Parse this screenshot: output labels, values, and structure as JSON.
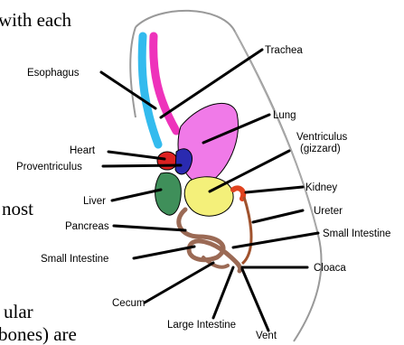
{
  "background_text": {
    "line1": "with each",
    "line2": "nost",
    "line3": "ular",
    "line4": "bones) are"
  },
  "labels": {
    "trachea": "Trachea",
    "esophagus": "Esophagus",
    "heart": "Heart",
    "lung": "Lung",
    "ventriculus": "Ventriculus",
    "gizzard": "(gizzard)",
    "proventriculus": "Proventriculus",
    "kidney": "Kidney",
    "liver": "Liver",
    "ureter": "Ureter",
    "pancreas": "Pancreas",
    "small_intestine_right": "Small Intestine",
    "small_intestine_left": "Small Intestine",
    "cloaca": "Cloaca",
    "cecum": "Cecum",
    "large_intestine": "Large Intestine",
    "vent": "Vent"
  },
  "colors": {
    "trachea": "#33bbee",
    "esophagus": "#ee33bb",
    "lung": "#f07ae8",
    "heart": "#dd2222",
    "proventriculus": "#2a2ab0",
    "liver": "#3f8f5a",
    "gizzard": "#f4f07a",
    "kidney": "#e0431f",
    "intestine": "#9b6a55",
    "ureter": "#a0522d"
  }
}
